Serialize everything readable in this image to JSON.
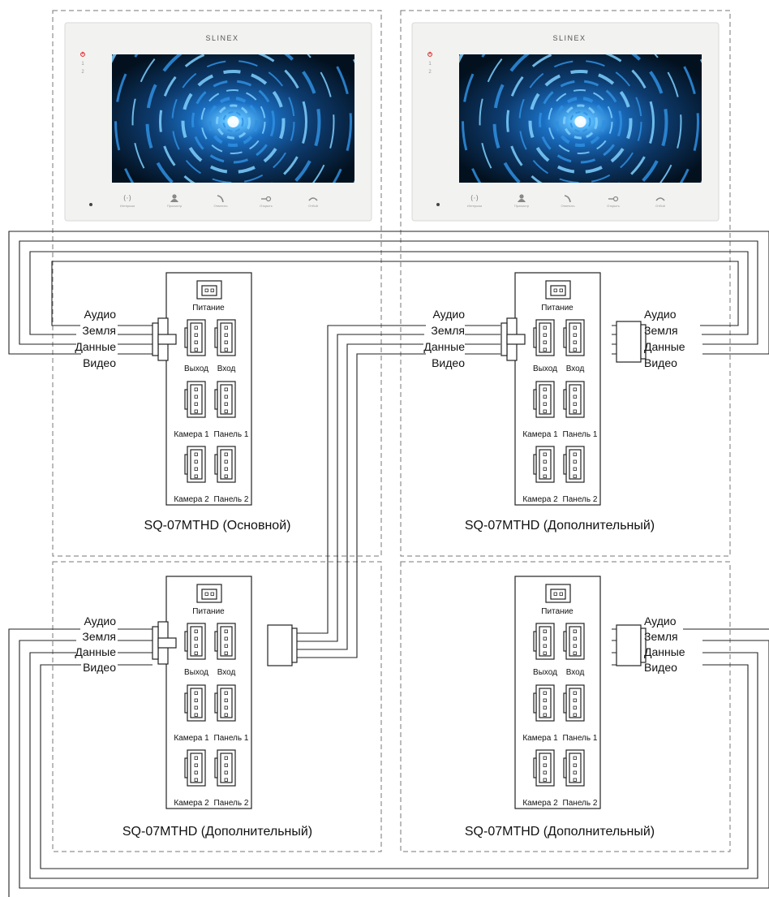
{
  "monitor": {
    "brand": "SLINEX",
    "indicators": [
      "1",
      "2"
    ],
    "buttons": [
      "Интерком",
      "Просмотр",
      "Ответить",
      "Открыть",
      "Отбой"
    ]
  },
  "units": [
    {
      "title": "SQ-07MTHD (Основной)"
    },
    {
      "title": "SQ-07MTHD (Дополнительный)"
    },
    {
      "title": "SQ-07MTHD (Дополнительный)"
    },
    {
      "title": "SQ-07MTHD (Дополнительный)"
    }
  ],
  "ports": {
    "power": "Питание",
    "out": "Выход",
    "in": "Вход",
    "cam1": "Камера 1",
    "panel1": "Панель 1",
    "cam2": "Камера 2",
    "panel2": "Панель 2"
  },
  "wires": [
    "Аудио",
    "Земля",
    "Данные",
    "Видео"
  ],
  "colors": {
    "line": "#222222",
    "frame": "#777777",
    "screen": "#0d3b6e"
  }
}
